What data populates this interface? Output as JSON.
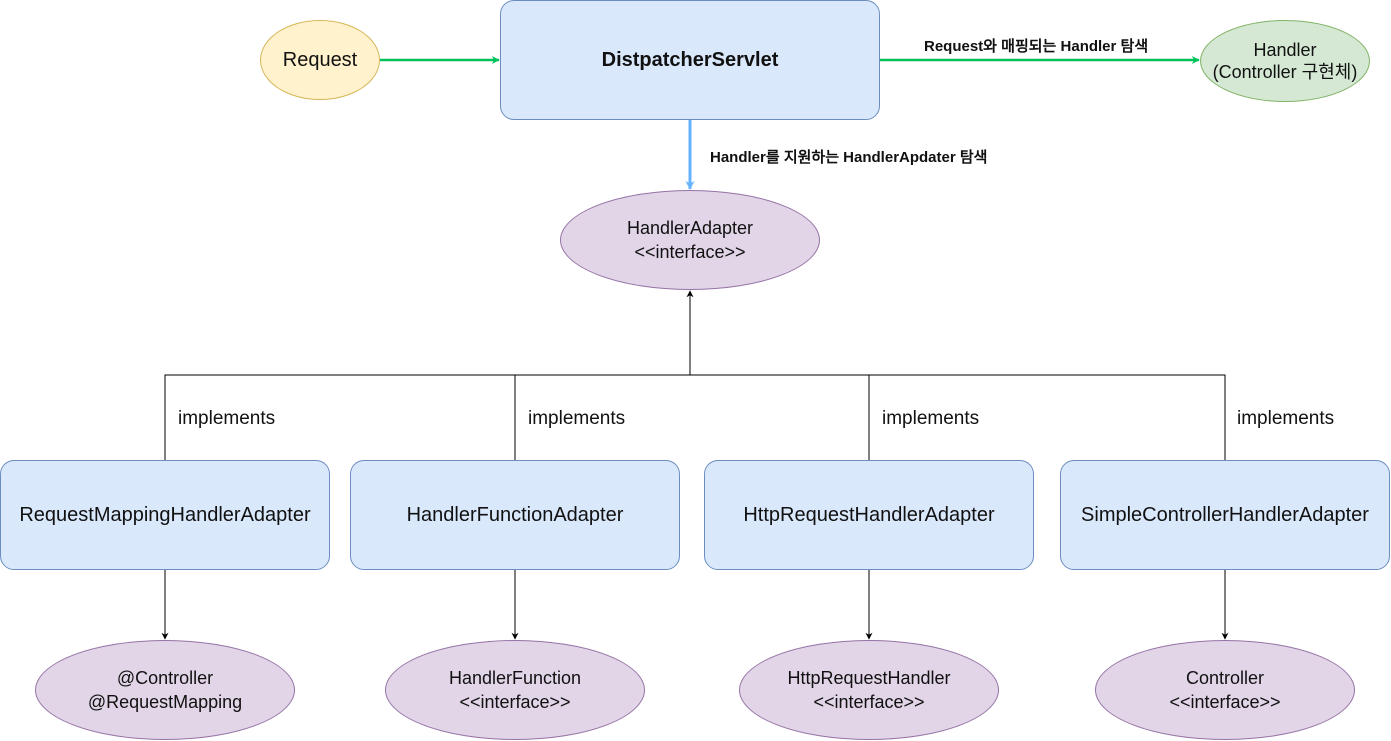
{
  "nodes": {
    "request": "Request",
    "dispatcher": "DistpatcherServlet",
    "handler_line1": "Handler",
    "handler_line2": "(Controller 구현체)",
    "handler_adapter_line1": "HandlerAdapter",
    "handler_adapter_line2": "<<interface>>",
    "adapters": [
      "RequestMappingHandlerAdapter",
      "HandlerFunctionAdapter",
      "HttpRequestHandlerAdapter",
      "SimpleControllerHandlerAdapter"
    ],
    "targets": [
      {
        "line1": "@Controller",
        "line2": "@RequestMapping"
      },
      {
        "line1": "HandlerFunction",
        "line2": "<<interface>>"
      },
      {
        "line1": "HttpRequestHandler",
        "line2": "<<interface>>"
      },
      {
        "line1": "Controller",
        "line2": "<<interface>>"
      }
    ]
  },
  "edges": {
    "find_handler": "Request와 매핑되는 Handler 탐색",
    "find_adapter": "Handler를 지원하는 HandlerApdater 탐색",
    "implements": [
      "implements",
      "implements",
      "implements",
      "implements"
    ]
  },
  "colors": {
    "green_arrow": "#00c15a",
    "blue_arrow": "#66b2ff",
    "black_line": "#000000"
  }
}
